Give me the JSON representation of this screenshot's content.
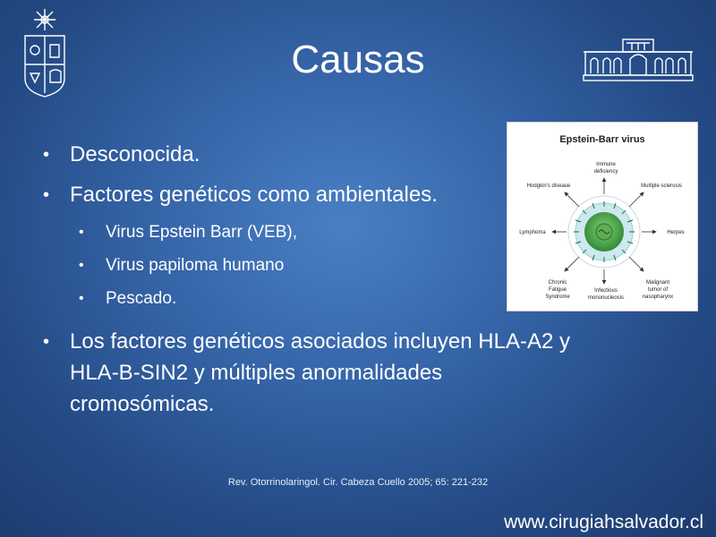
{
  "slide": {
    "title": "Causas",
    "bullets": [
      {
        "text": "Desconocida."
      },
      {
        "text": "Factores genéticos como ambientales."
      },
      {
        "text": "Virus Epstein Barr (VEB),"
      },
      {
        "text": "Virus papiloma humano"
      },
      {
        "text": "Pescado."
      },
      {
        "text": "Los factores genéticos asociados incluyen HLA-A2 y"
      },
      {
        "text": "HLA-B-SIN2 y múltiples anormalidades"
      },
      {
        "text": "cromosómicas."
      }
    ],
    "citation": "Rev. Otorrinolaringol. Cir. Cabeza Cuello 2005; 65: 221-232",
    "website": "www.cirugiahsalvador.cl"
  },
  "diagram": {
    "title": "Epstein-Barr virus",
    "labels": {
      "immune": [
        "Immune",
        "deficiency"
      ],
      "hodgkins": "Hodgkin's disease",
      "ms": "Multiple sclerosis",
      "lymphoma": "Lymphoma",
      "herpes": "Herpes",
      "cfs": [
        "Chronic",
        "Fatigue",
        "Syndrome"
      ],
      "mono": [
        "Infectious",
        "mononucleosis"
      ],
      "malignant": [
        "Malignant",
        "tumor of",
        "nasopharynx"
      ]
    }
  },
  "colors": {
    "virus_green": "#4cb848",
    "virus_dark": "#2f8a34",
    "virus_ring": "#cde8f0"
  }
}
